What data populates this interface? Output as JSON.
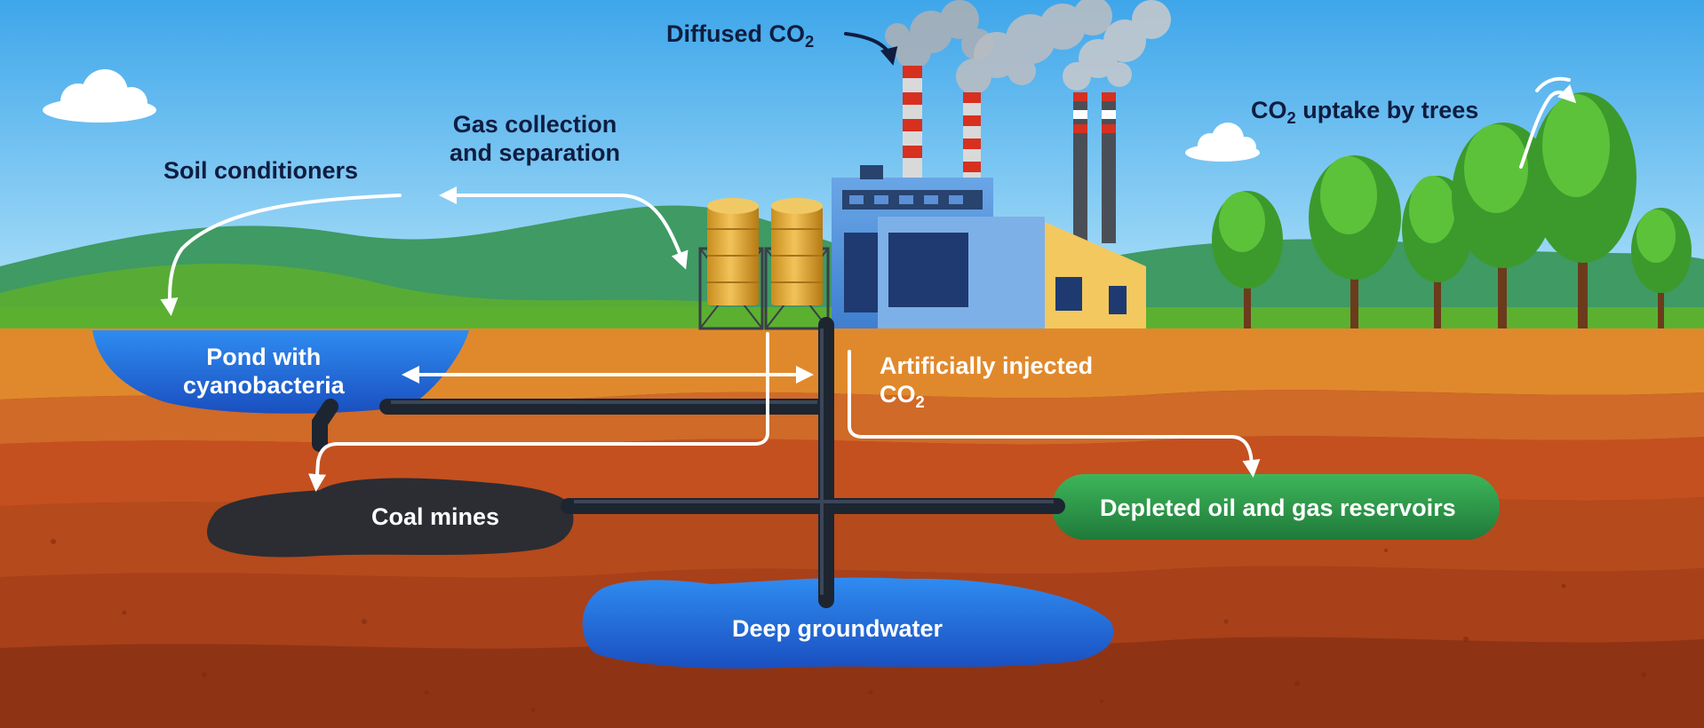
{
  "labels": {
    "diffused_co2": {
      "text": "Diffused CO",
      "sub": "2"
    },
    "co2_uptake": {
      "pre": "CO",
      "sub": "2",
      "post": " uptake by trees"
    },
    "gas_collection": {
      "line1": "Gas collection",
      "line2": "and separation"
    },
    "soil_conditioners": "Soil conditioners",
    "pond": {
      "line1": "Pond with",
      "line2": "cyanobacteria"
    },
    "artificially_injected": {
      "line1": "Artificially injected",
      "line2": "CO",
      "sub": "2"
    },
    "coal_mines": "Coal mines",
    "depleted_reservoirs": "Depleted oil and gas reservoirs",
    "deep_groundwater": "Deep groundwater"
  },
  "colors": {
    "sky": "#5cb6ee",
    "grass": "#5cb030",
    "soil": "#c75a24",
    "pipe": "#1d2530",
    "water": "#1f6ed4",
    "reservoir": "#2f9a4a",
    "coal": "#2b2d33",
    "arrow_white": "#ffffff",
    "arrow_dark": "#0f1d40"
  },
  "icons": [
    "cloud-icon",
    "smoke-icon",
    "tree-icon",
    "storage-tank-icon",
    "factory-icon",
    "chimney-icon",
    "arrow-icon"
  ]
}
